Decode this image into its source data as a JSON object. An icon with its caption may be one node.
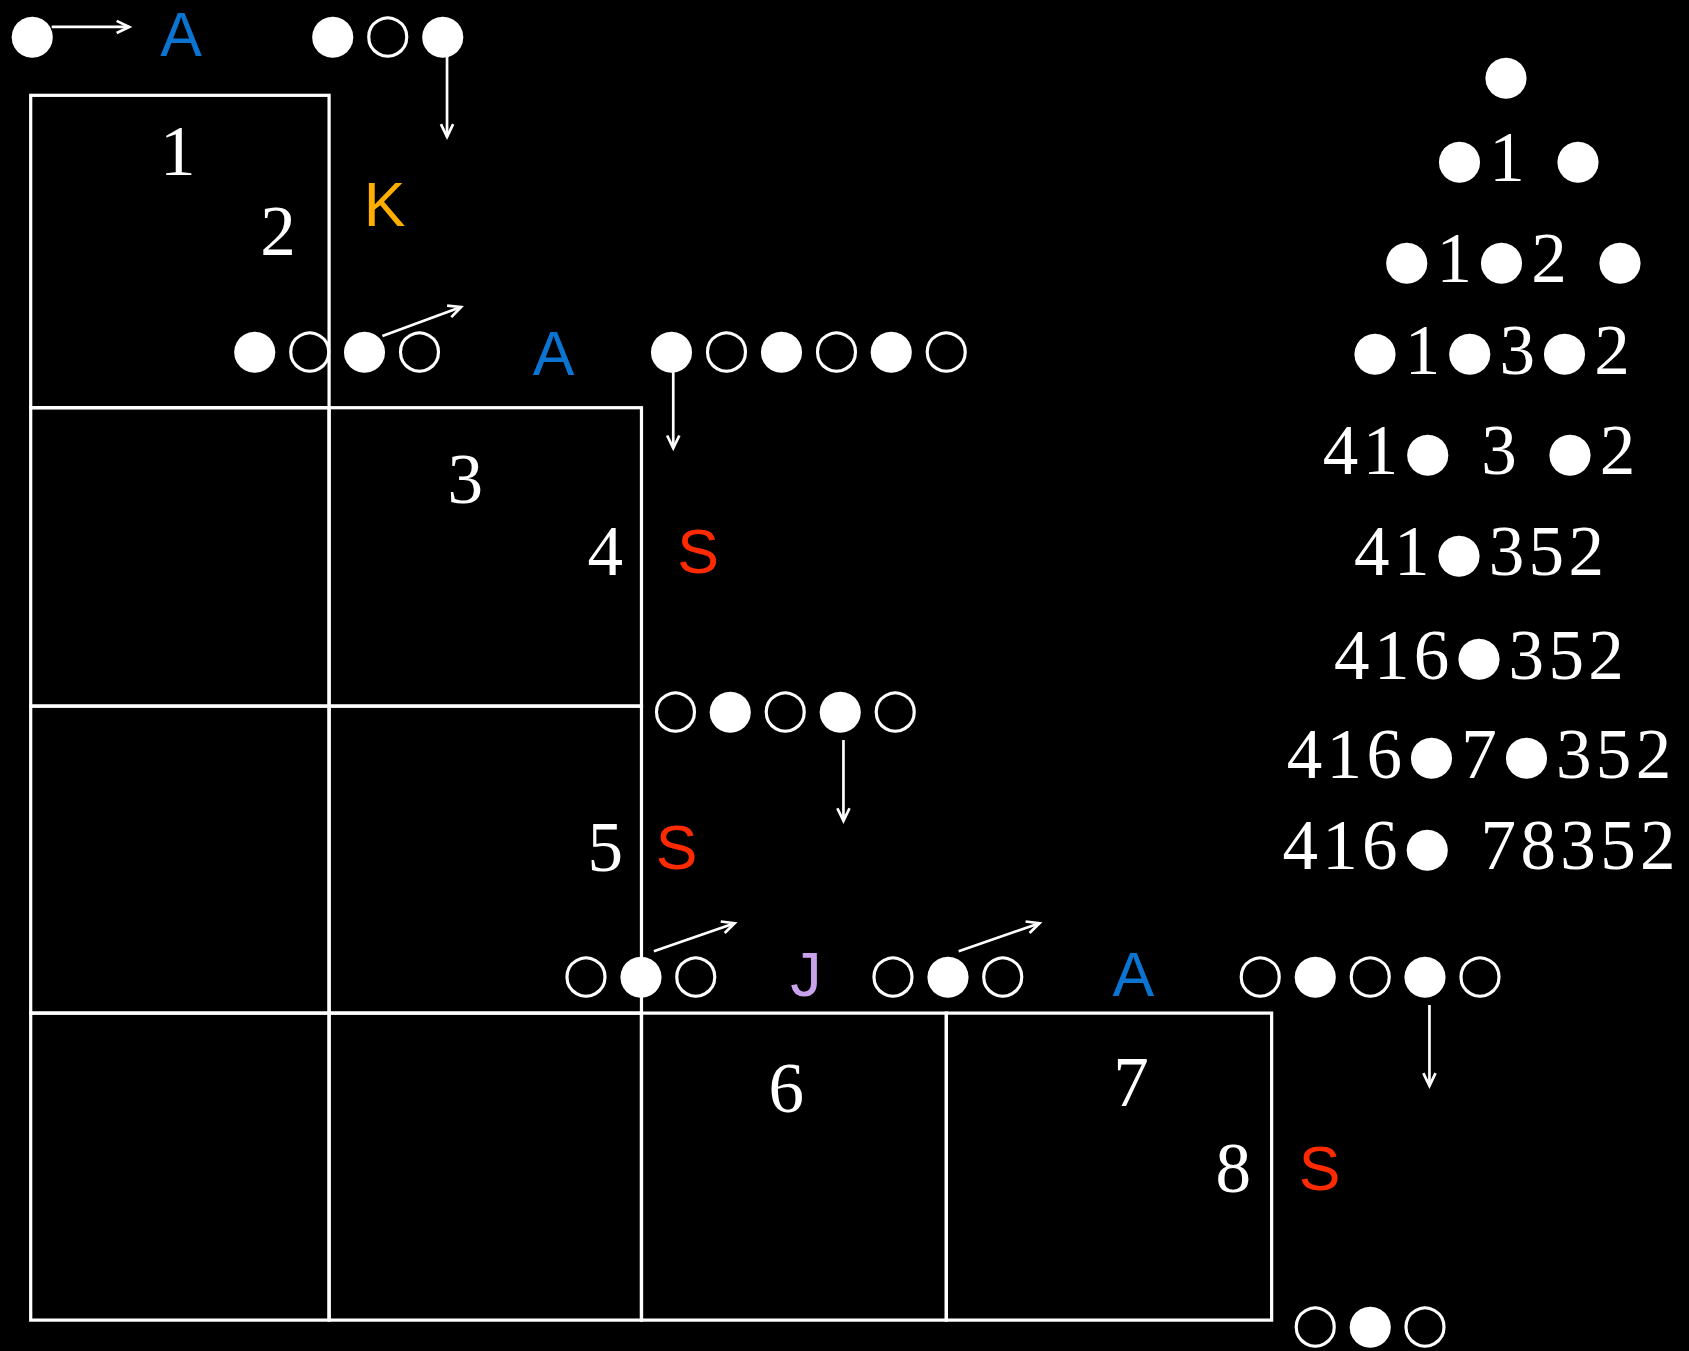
{
  "diagram": {
    "nodes": [
      {
        "text": [
          "1",
          "2"
        ]
      },
      {
        "text": [],
        "shape": "box"
      },
      {
        "text": [
          "3",
          "4"
        ]
      },
      {
        "text": [],
        "shape": "box"
      },
      {
        "text": [
          "5"
        ]
      },
      {
        "text": [],
        "shape": "box"
      },
      {
        "text": [],
        "shape": "box"
      },
      {
        "text": [
          "6"
        ]
      },
      {
        "text": [
          "7",
          "8"
        ]
      }
    ],
    "labels": [
      "●",
      "A",
      "●○●",
      "●",
      "●1 ●",
      "K",
      "●1●2 ●",
      "●○●○",
      "A",
      "●○●○●○",
      "●1●3●2",
      "41● 3 ●2",
      "S",
      "41●352",
      "416●352",
      "○●○●○",
      "416●7●352",
      "S",
      "416● 78352",
      "○●○",
      "J",
      "○●○",
      "A",
      "○●○●○",
      "S",
      "○●○"
    ]
  }
}
